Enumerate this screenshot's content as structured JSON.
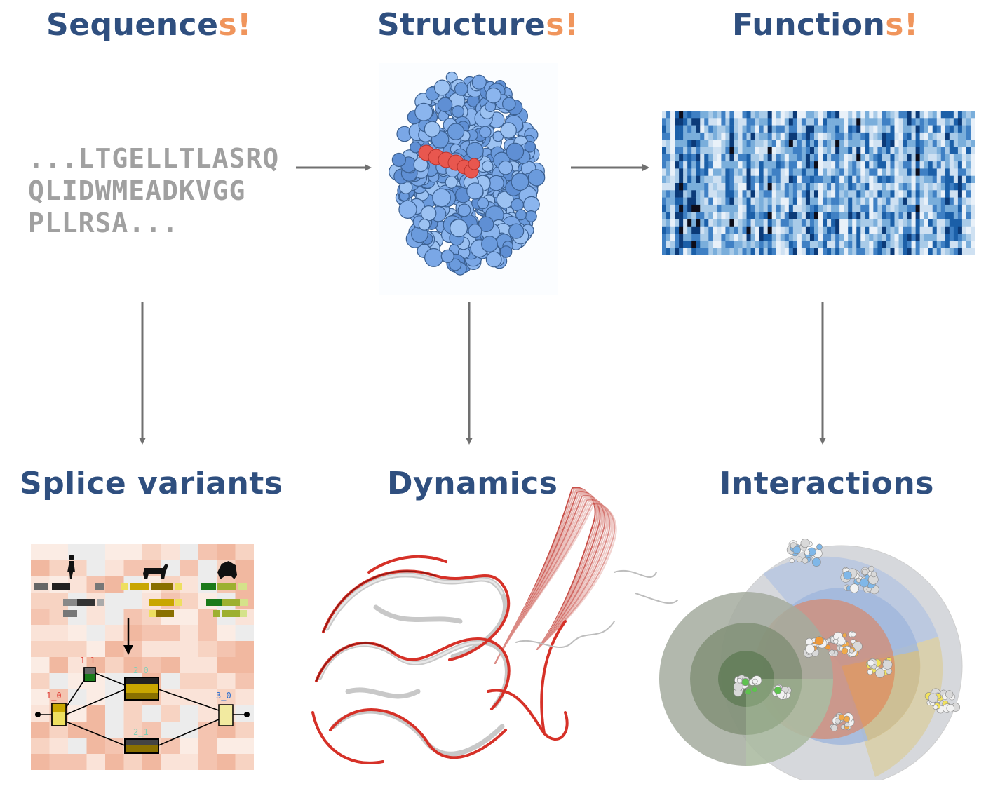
{
  "titles": {
    "sequences": {
      "text": "Sequence",
      "accent": "s!"
    },
    "structures": {
      "text": "Structure",
      "accent": "s!"
    },
    "functions": {
      "text": "Function",
      "accent": "s!"
    },
    "splice": "Splice variants",
    "dynamics": "Dynamics",
    "interactions": "Interactions"
  },
  "sequence_lines": [
    "...LTGELLTLASRQ",
    "QLIDWMEADKVGG",
    "PLLRSA..."
  ],
  "splice_labels": {
    "n1_0": "1_0",
    "n1_1": "1_1",
    "n2_0": "2_0",
    "n2_1": "2_1",
    "n3_0": "3_0"
  },
  "colors": {
    "title": "#2f4f7f",
    "accent": "#f0955c",
    "arrow": "#707070",
    "sequence": "#a0a0a0"
  }
}
